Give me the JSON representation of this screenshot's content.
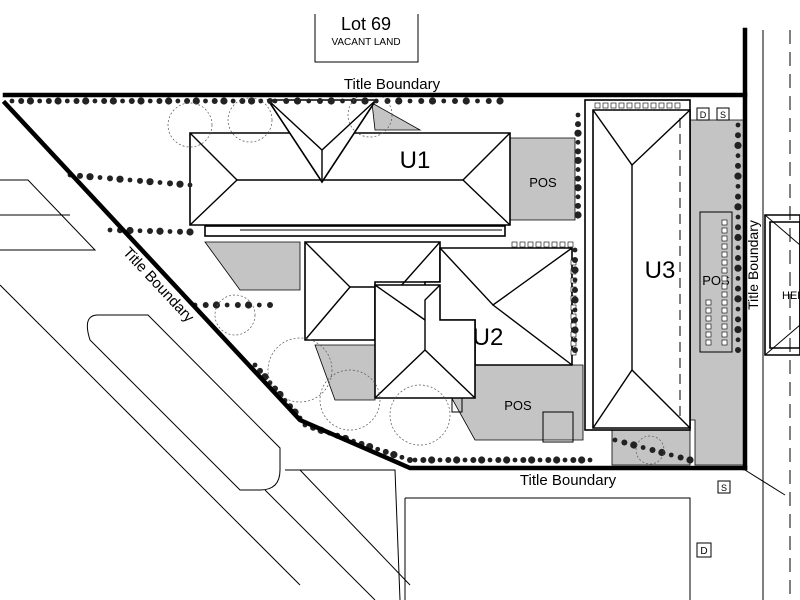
{
  "neighbour_lot": {
    "title": "Lot 69",
    "subtitle": "VACANT LAND"
  },
  "boundary_labels": {
    "top": "Title Boundary",
    "diagonal": "Title Boundary",
    "bottom": "Title Boundary",
    "right": "Title Boundary"
  },
  "units": {
    "u1": "U1",
    "u2": "U2",
    "u3": "U3"
  },
  "open_space": {
    "u1": "POS",
    "u2": "POS",
    "u3": "POS"
  },
  "markers": {
    "s_top": "S",
    "d_top": "D",
    "s_bottom": "S",
    "d_bottom": "D"
  },
  "neighbour_building": "HER",
  "colors": {
    "open_space": "#c4c4c4",
    "lines": "#000000",
    "background": "#ffffff"
  }
}
